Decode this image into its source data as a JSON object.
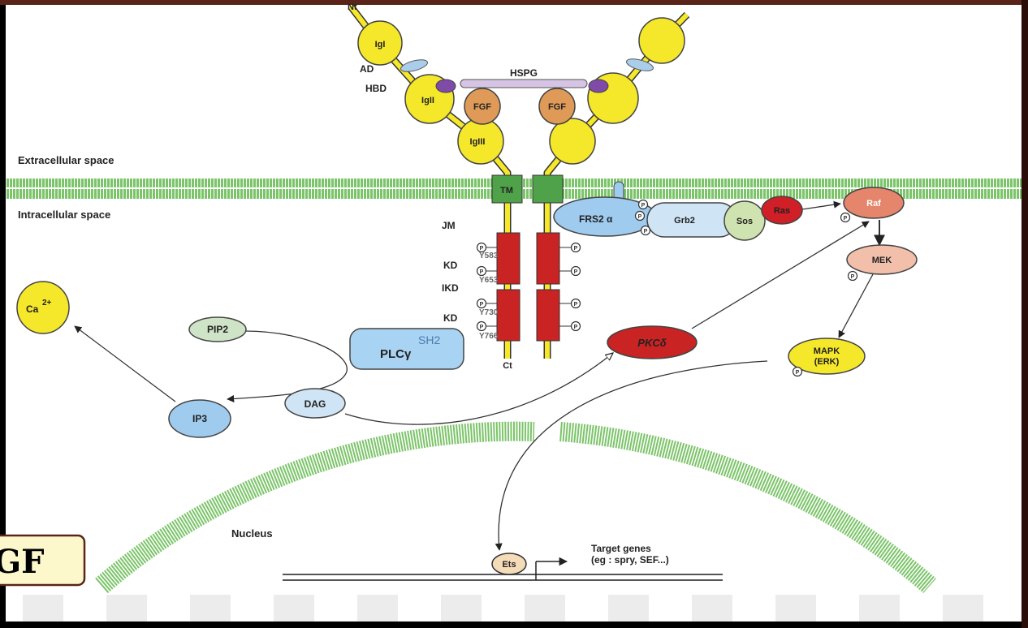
{
  "regions": {
    "extracellular": "Extracellular space",
    "intracellular": "Intracellular space",
    "nucleus": "Nucleus"
  },
  "receptor": {
    "nt": "Nt",
    "ct": "Ct",
    "igI": "IgI",
    "igII": "IgII",
    "igIII": "IgIII",
    "ad": "AD",
    "hbd": "HBD",
    "hspg": "HSPG",
    "fgf_left": "FGF",
    "fgf_right": "FGF",
    "tm": "TM",
    "jm": "JM",
    "kd1": "KD",
    "ikd": "IKD",
    "kd2": "KD",
    "y583": "Y583",
    "y653": "Y653",
    "y730": "Y730",
    "y766": "Y766",
    "phospho": "P"
  },
  "nodes": {
    "frs2": "FRS2 α",
    "grb2": "Grb2",
    "sos": "Sos",
    "ras": "Ras",
    "raf": "Raf",
    "mek": "MEK",
    "mapk_line1": "MAPK",
    "mapk_line2": "(ERK)",
    "pkc": "PKCδ",
    "plc": "PLCγ",
    "sh2": "SH2",
    "pip2": "PIP2",
    "ip3": "IP3",
    "dag": "DAG",
    "ca": "Ca",
    "ca_sup": "2+",
    "ets": "Ets",
    "target_line1": "Target genes",
    "target_line2": "(eg : spry, SEF...)"
  },
  "slide_label": "GF",
  "colors": {
    "frame_top": "#5a2418",
    "membrane": "#7cc46a",
    "ig_domain": "#f5e72a",
    "fgf": "#e09a58",
    "tm": "#4fa24a",
    "kinase": "#c92323",
    "ras": "#d01f26",
    "raf": "#e5856b",
    "mek": "#f2c0aa",
    "blue": "#9fcbef",
    "light_blue": "#cfe4f4",
    "pip2": "#cfe3c6",
    "ets": "#f5dcb8"
  }
}
